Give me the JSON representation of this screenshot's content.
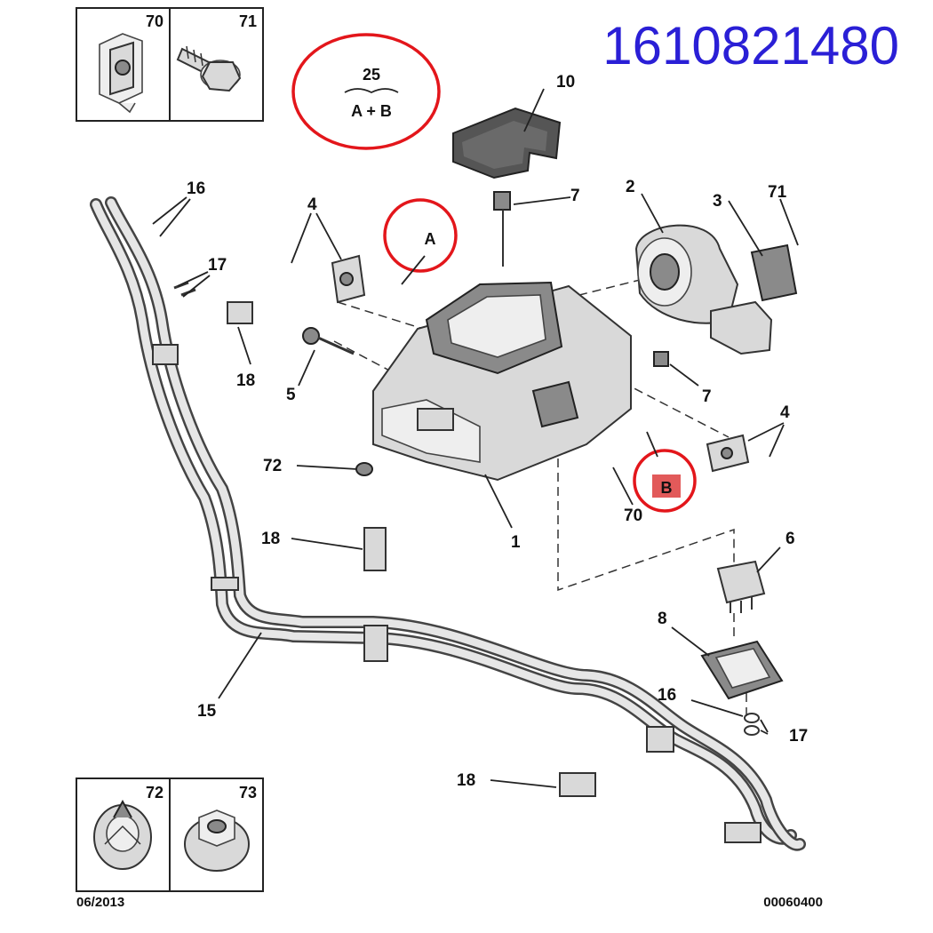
{
  "reference_number": "1610821480",
  "date_code": "06/2013",
  "drawing_code": "00060400",
  "accent_color": "#2a1fd6",
  "callout_color": "#e3161b",
  "callout_group": {
    "top": "25",
    "bottom": "A + B"
  },
  "callouts": {
    "a": "A",
    "b": "B"
  },
  "inset_boxes": {
    "top": {
      "left_label": "70",
      "right_label": "71",
      "left_icon": "clip-nut-icon",
      "right_icon": "flange-screw-icon"
    },
    "bottom": {
      "left_label": "72",
      "right_label": "73",
      "left_icon": "grommet-icon",
      "right_icon": "hex-flange-nut-icon"
    }
  },
  "labels": {
    "p1": "1",
    "p2": "2",
    "p3": "3",
    "p4a": "4",
    "p4b": "4",
    "p5": "5",
    "p6": "6",
    "p7a": "7",
    "p7b": "7",
    "p8": "8",
    "p10": "10",
    "p15": "15",
    "p16a": "16",
    "p16b": "16",
    "p17a": "17",
    "p17b": "17",
    "p18a": "18",
    "p18b": "18",
    "p18c": "18",
    "p70": "70",
    "p71": "71",
    "p72": "72"
  }
}
